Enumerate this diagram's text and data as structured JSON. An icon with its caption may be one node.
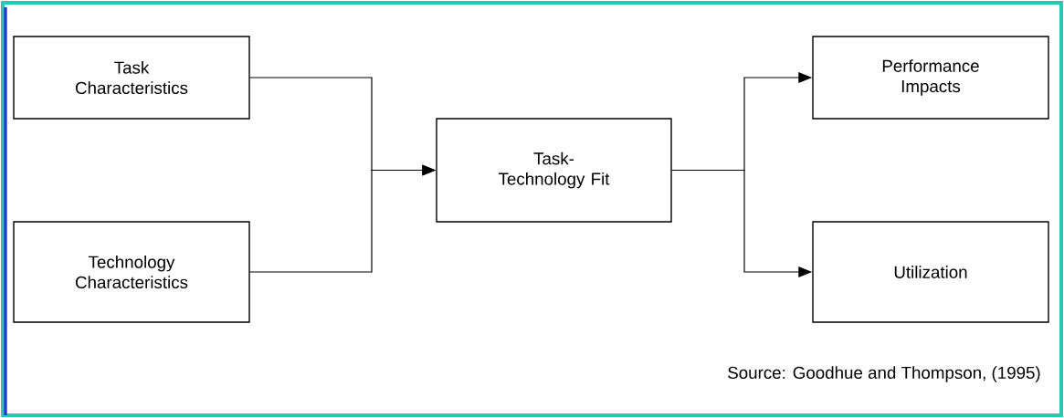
{
  "diagram": {
    "nodes": [
      {
        "text": [
          "Task Characteristics"
        ]
      },
      {
        "text": [
          "Technology Characteristics"
        ]
      },
      {
        "text": [
          "Task-Technology Fit"
        ]
      },
      {
        "text": [
          "Performance Impacts"
        ]
      },
      {
        "text": [
          "Utilization"
        ]
      }
    ],
    "edges": [
      {
        "from": 0,
        "to": 2,
        "arrow": "to"
      },
      {
        "from": 1,
        "to": 2,
        "arrow": "to"
      },
      {
        "from": 2,
        "to": 3,
        "arrow": "to"
      },
      {
        "from": 2,
        "to": 4,
        "arrow": "to"
      }
    ],
    "labels": [
      "Source: Goodhue and Thompson, (1995)"
    ]
  }
}
